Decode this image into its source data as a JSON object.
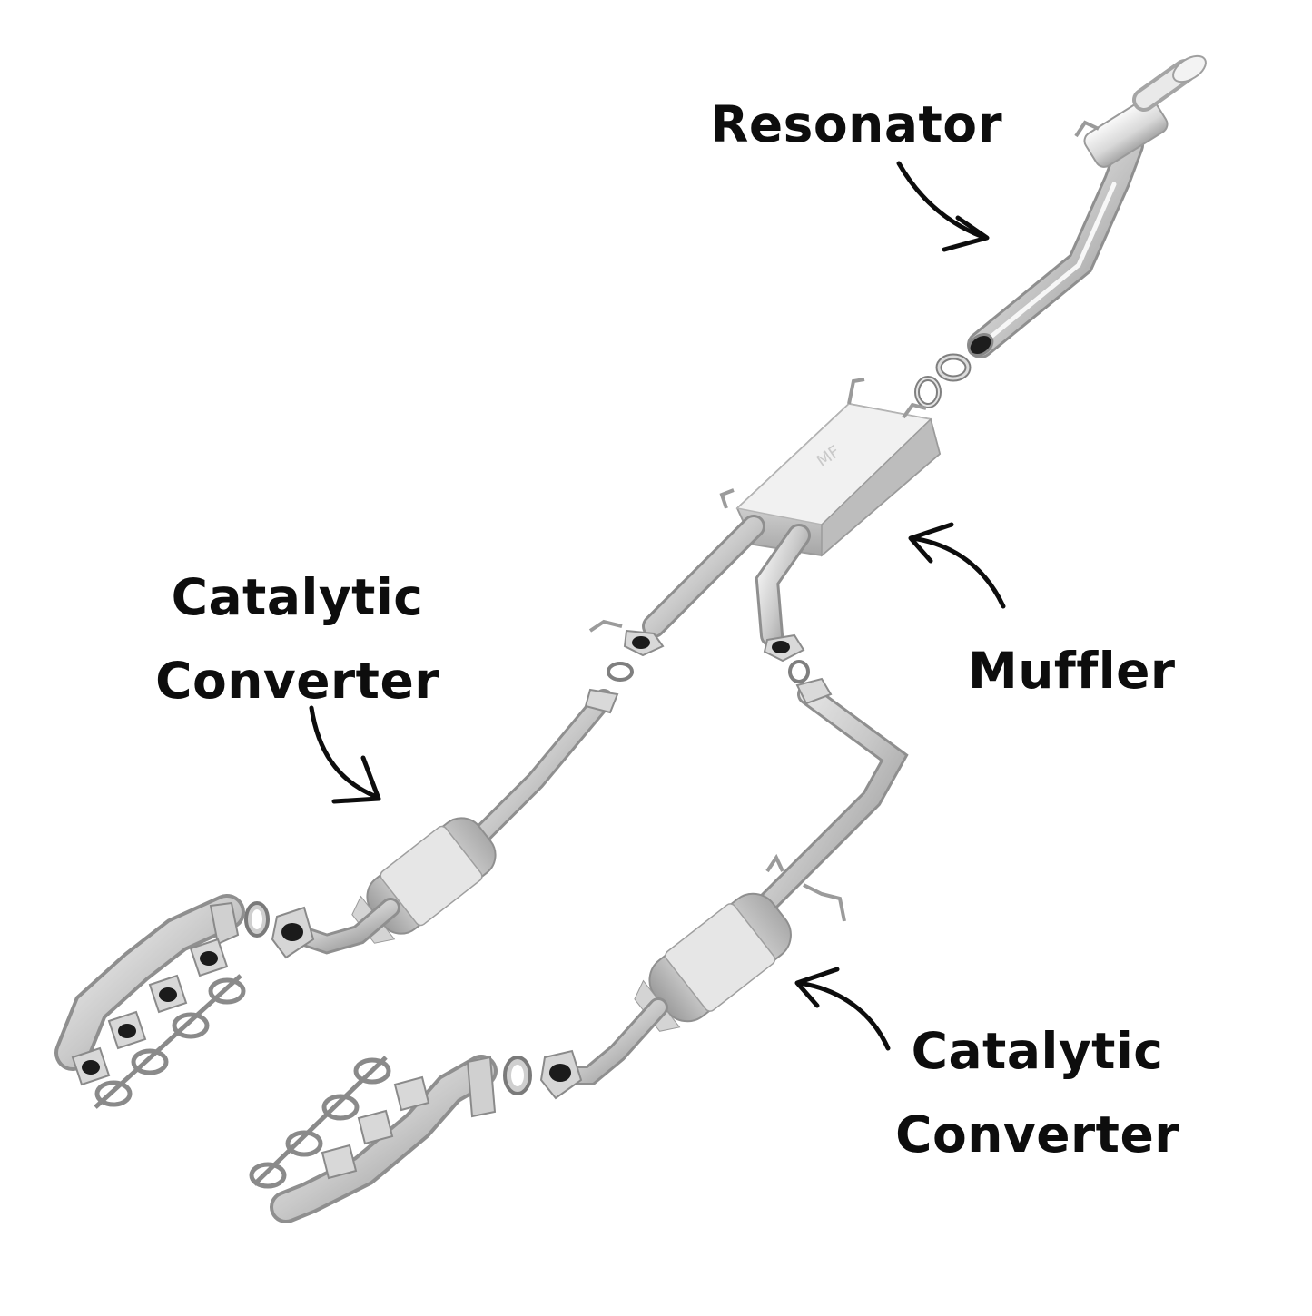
{
  "labels": {
    "resonator": "Resonator",
    "muffler": "Muffler",
    "catalytic_converter_upper": {
      "line1": "Catalytic",
      "line2": "Converter"
    },
    "catalytic_converter_lower": {
      "line1": "Catalytic",
      "line2": "Converter"
    }
  },
  "colors": {
    "text": "#0d0d0d",
    "arrow": "#0d0d0d",
    "metal_light": "#ececec",
    "metal_mid": "#c6c6c6",
    "metal_dark": "#8e8e8e",
    "background": "#ffffff"
  }
}
